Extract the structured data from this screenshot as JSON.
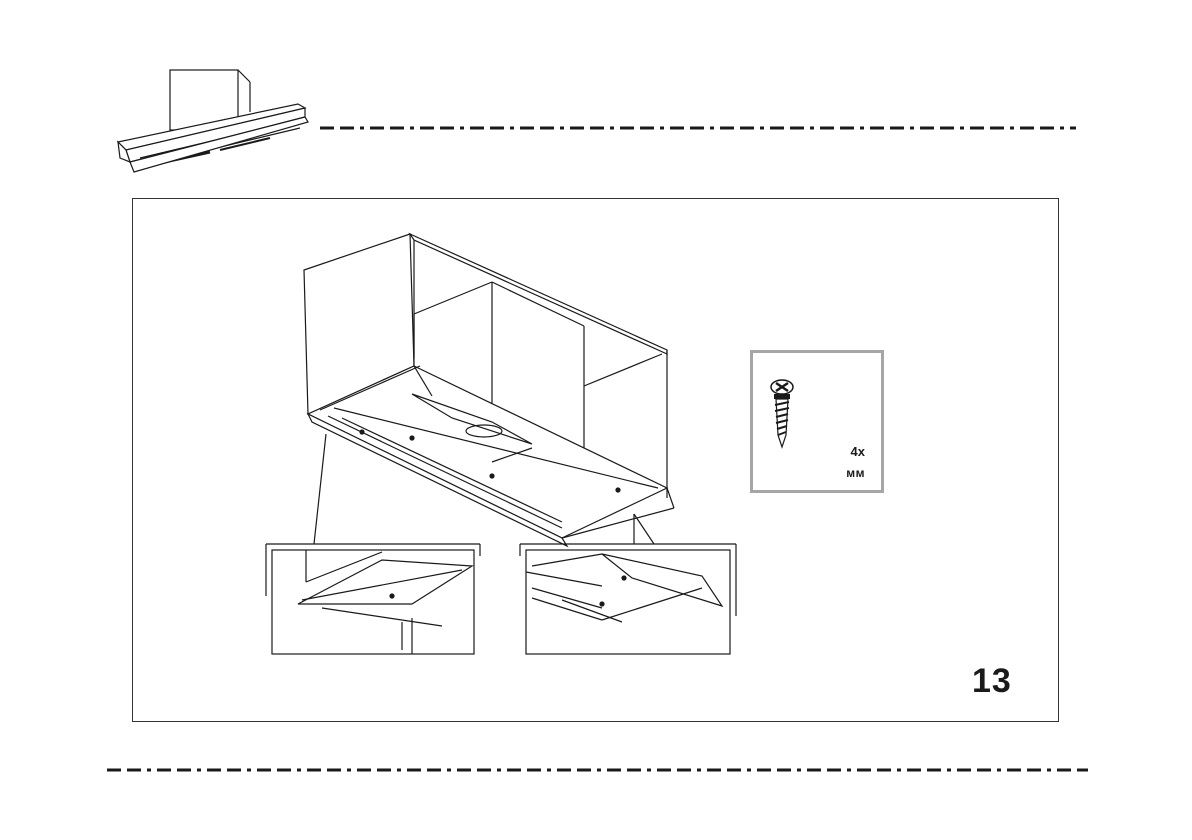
{
  "screw_panel": {
    "quantity": "4x",
    "unit": "мм",
    "icon": "screw-icon"
  },
  "step": {
    "number": "13"
  },
  "colors": {
    "line": "#1a1a1a",
    "panel_border": "#a6a6a6"
  }
}
